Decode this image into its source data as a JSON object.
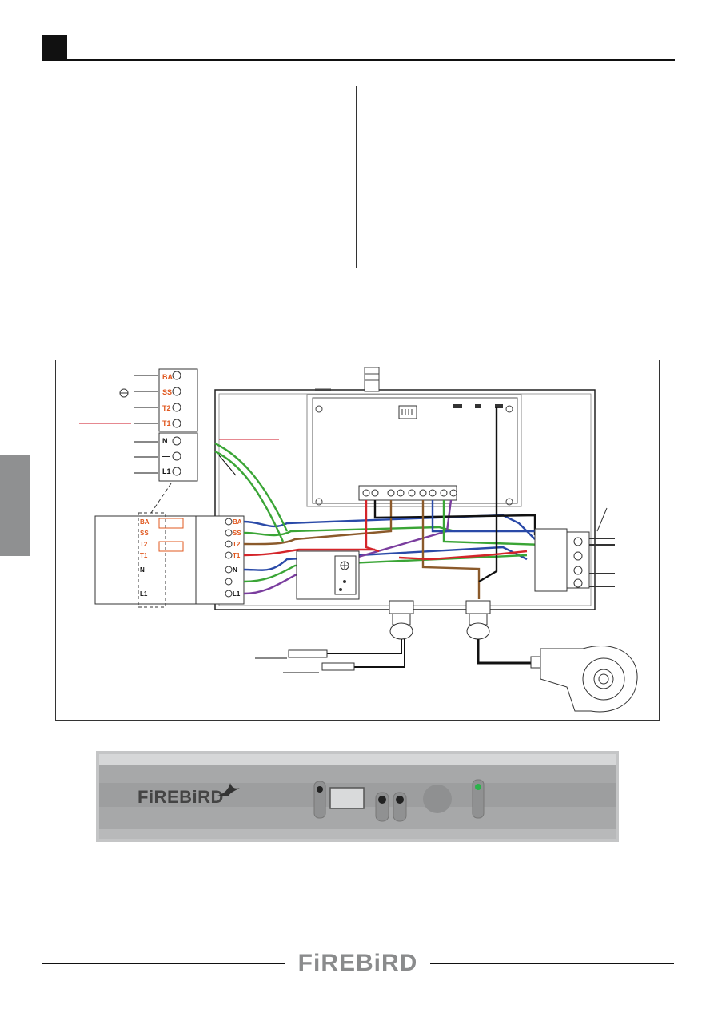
{
  "panel": {
    "brand": "FiREBiRD"
  },
  "footer": {
    "brand": "FiREBiRD"
  },
  "terminals": {
    "top_block": [
      "BA",
      "SS",
      "T2",
      "T1",
      "N",
      "L1"
    ],
    "left_block": [
      "BA",
      "SS",
      "T2",
      "T1",
      "N",
      "L1"
    ],
    "mid_block": [
      "BA",
      "SS",
      "T2",
      "T1",
      "N",
      "L1"
    ]
  },
  "colors": {
    "ink": "#111111",
    "side_tab": "#8f9091",
    "wire_blue": "#2a4aa8",
    "wire_green": "#3aa536",
    "wire_brown": "#8b5a2b",
    "wire_red": "#d4252a",
    "wire_purple": "#7a3d9e",
    "wire_black": "#111111",
    "terminal_orange": "#e0581f",
    "panel_grey": "#a7a8a9",
    "indicator_green": "#2bb34a"
  }
}
